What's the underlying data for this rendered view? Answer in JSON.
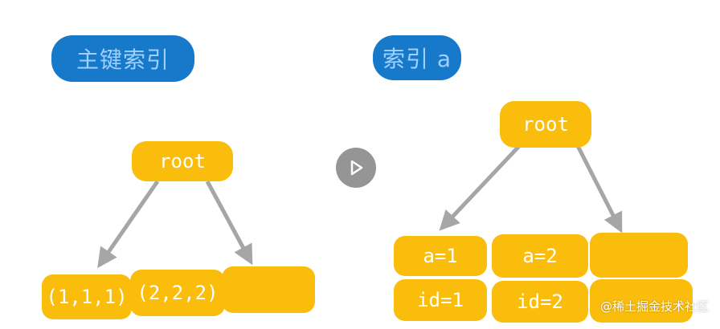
{
  "left_tree": {
    "title": "主键索引",
    "root": "root",
    "leaves": [
      "(1,1,1)",
      "(2,2,2)",
      ""
    ]
  },
  "right_tree": {
    "title": "索引 a",
    "root": "root",
    "top_row": [
      "a=1",
      "a=2",
      ""
    ],
    "bottom_row": [
      "id=1",
      "id=2",
      ""
    ]
  },
  "watermark": "@稀土掘金技术社区",
  "colors": {
    "node": "#fbbd0b",
    "title_bg": "#1779c9",
    "arrow": "#a6a6a6"
  }
}
